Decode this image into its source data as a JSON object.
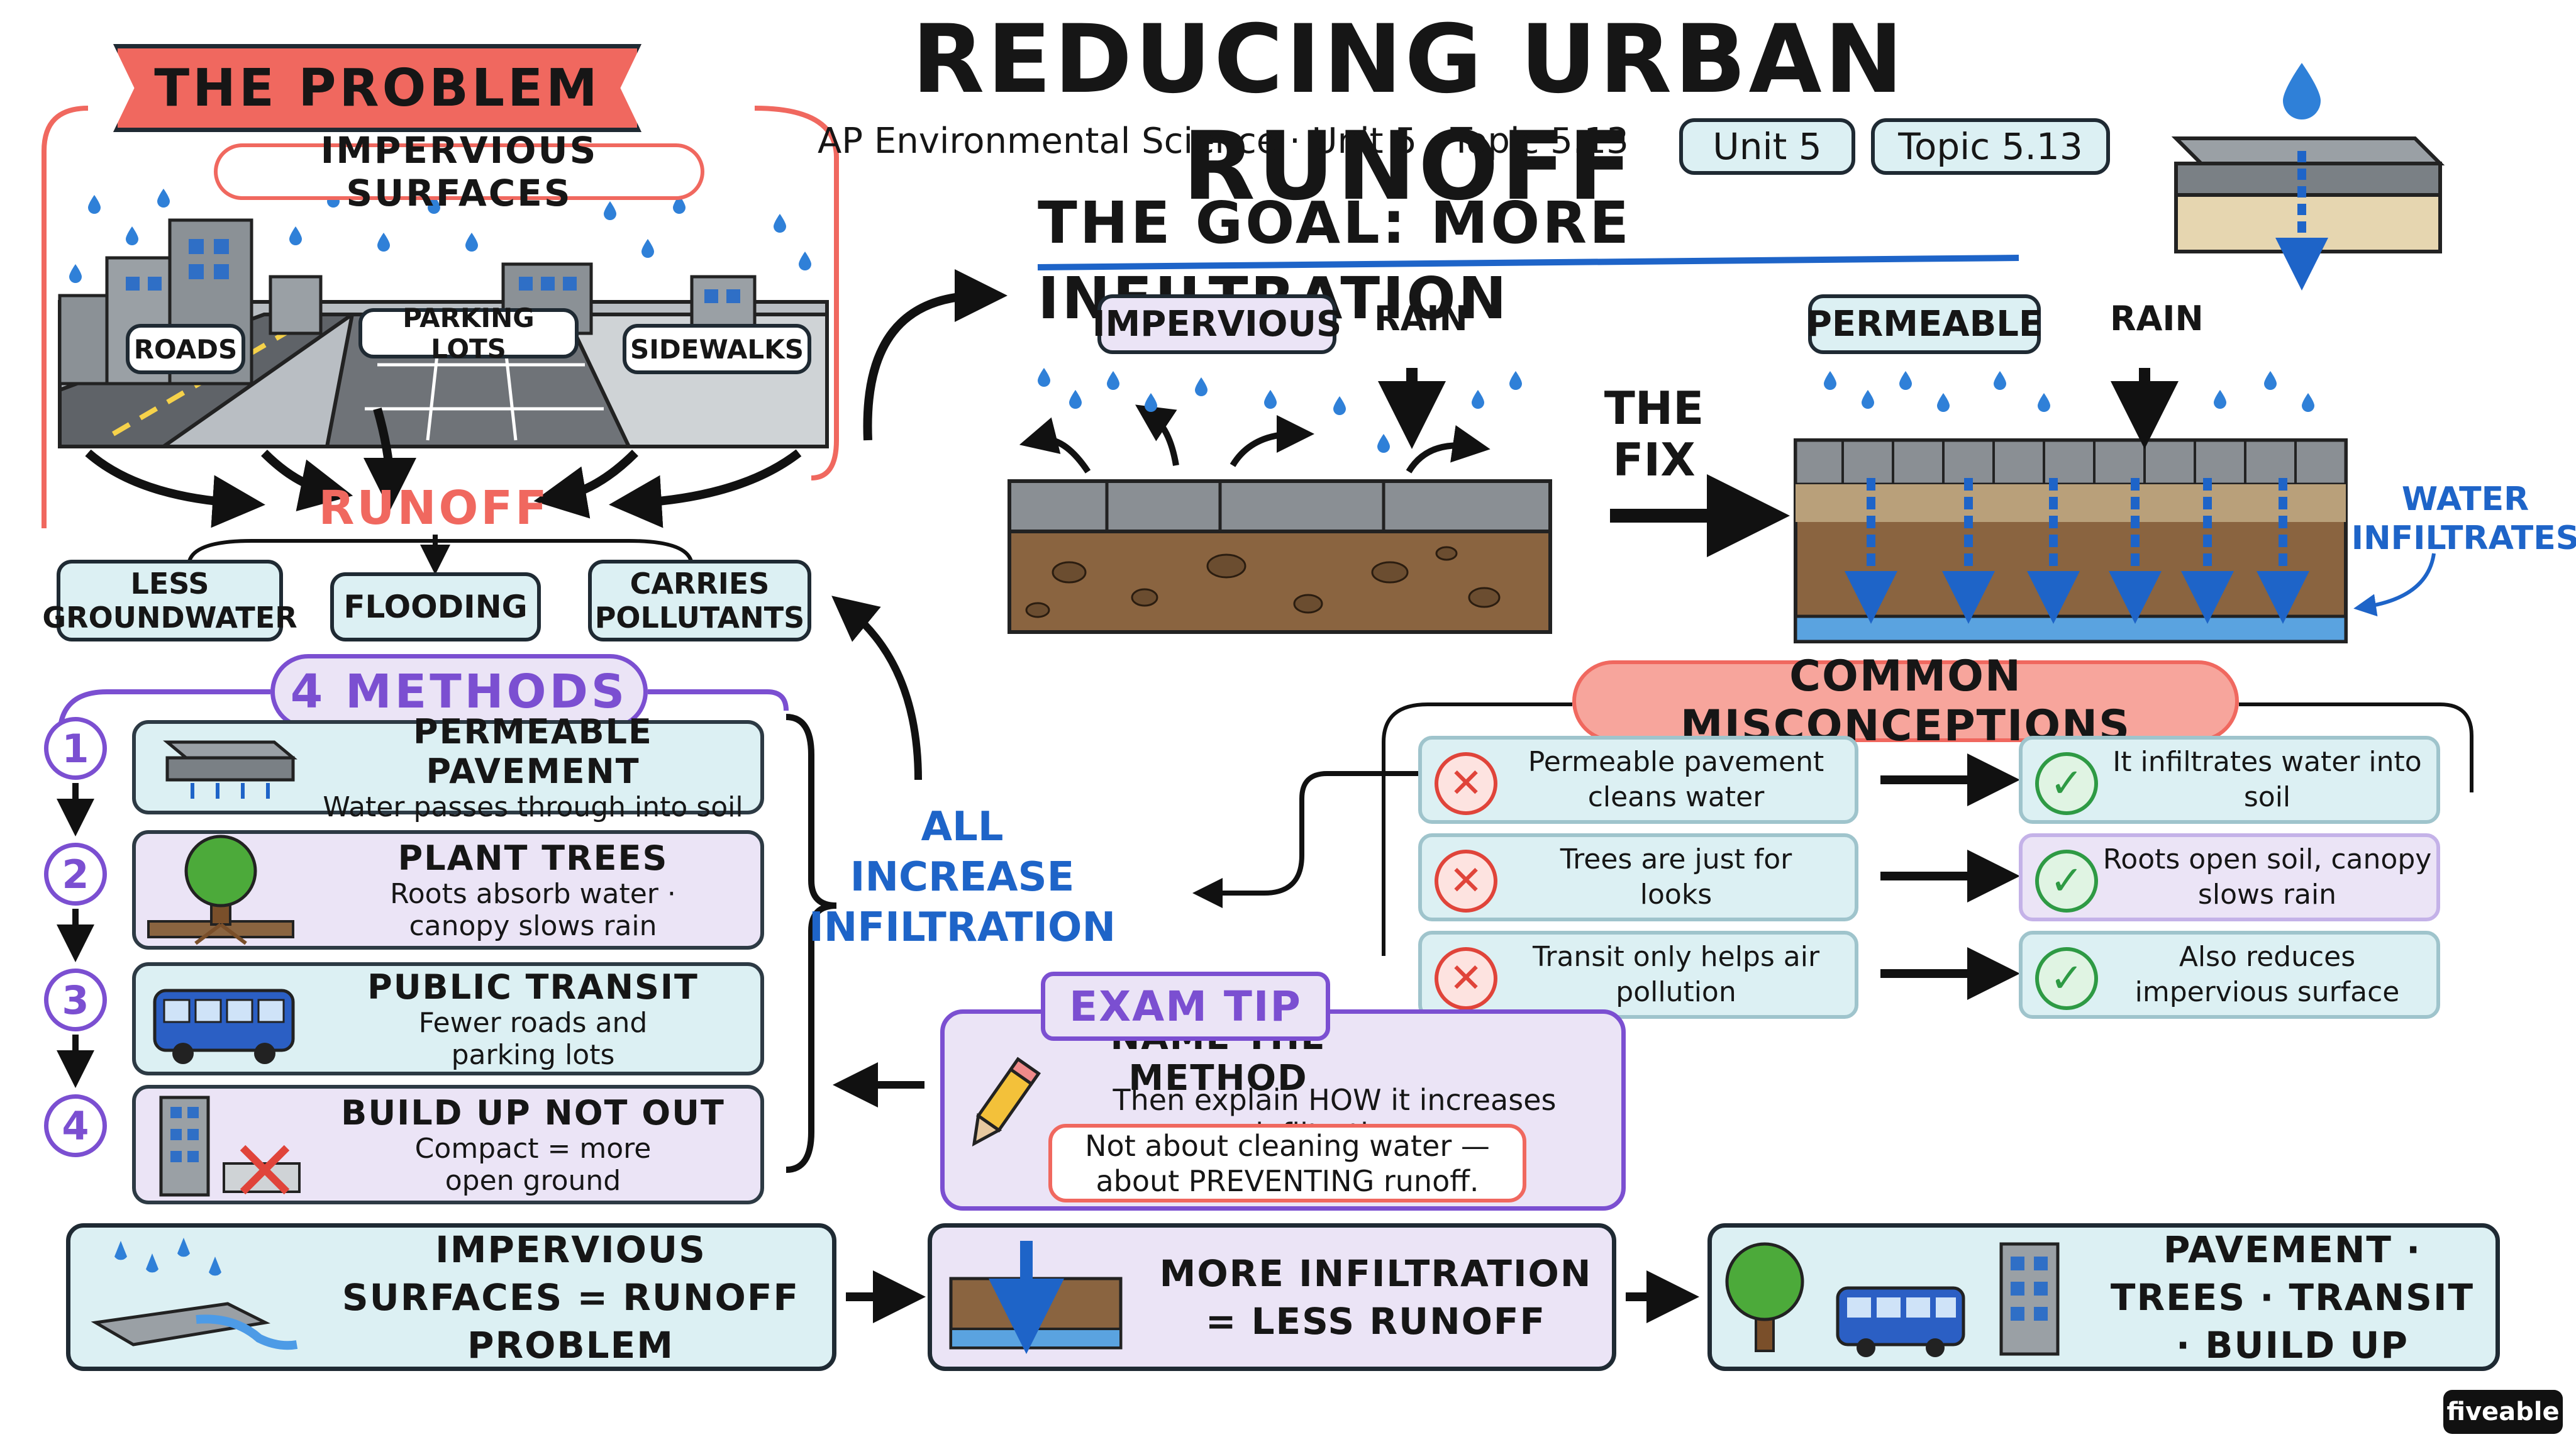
{
  "title": "REDUCING URBAN RUNOFF",
  "subtitle": "AP Environmental Science · Unit 5 · Topic 5.13",
  "badges": {
    "unit": "Unit 5",
    "topic": "Topic 5.13"
  },
  "problem": {
    "heading": "THE PROBLEM",
    "surfaces_label": "IMPERVIOUS SURFACES",
    "labels": {
      "roads": "ROADS",
      "parking": "PARKING LOTS",
      "sidewalks": "SIDEWALKS"
    },
    "runoff": "RUNOFF",
    "effects": {
      "groundwater": "LESS GROUNDWATER",
      "flooding": "FLOODING",
      "pollutants": "CARRIES POLLUTANTS"
    }
  },
  "goal": {
    "heading": "THE GOAL: MORE INFILTRATION",
    "impervious_label": "IMPERVIOUS",
    "permeable_label": "PERMEABLE",
    "rain": "RAIN",
    "fix": "THE FIX",
    "infiltrates": "WATER INFILTRATES"
  },
  "methods": {
    "heading": "4 METHODS",
    "items": [
      {
        "num": "1",
        "title": "PERMEABLE PAVEMENT",
        "desc": "Water passes through into soil",
        "icon": "permeable-pavement-icon"
      },
      {
        "num": "2",
        "title": "PLANT TREES",
        "desc": "Roots absorb water · canopy slows rain",
        "icon": "tree-icon"
      },
      {
        "num": "3",
        "title": "PUBLIC TRANSIT",
        "desc": "Fewer roads and parking lots",
        "icon": "bus-icon"
      },
      {
        "num": "4",
        "title": "BUILD UP NOT OUT",
        "desc": "Compact = more open ground",
        "icon": "building-icon"
      }
    ],
    "all_increase": "ALL INCREASE INFILTRATION"
  },
  "misconceptions": {
    "heading": "COMMON MISCONCEPTIONS",
    "rows": [
      {
        "wrong": "Permeable pavement cleans water",
        "right": "It infiltrates water into soil"
      },
      {
        "wrong": "Trees are just for looks",
        "right": "Roots open soil, canopy slows rain"
      },
      {
        "wrong": "Transit only helps air pollution",
        "right": "Also reduces impervious surface"
      }
    ]
  },
  "exam_tip": {
    "heading": "EXAM TIP",
    "title": "NAME THE METHOD",
    "line": "Then explain HOW it increases infiltration.",
    "note": "Not about cleaning water — about PREVENTING runoff."
  },
  "summary": [
    "IMPERVIOUS SURFACES = RUNOFF PROBLEM",
    "MORE INFILTRATION = LESS RUNOFF",
    "PAVEMENT · TREES · TRANSIT · BUILD UP"
  ],
  "brand": "fiveable",
  "colors": {
    "red": "#f0685f",
    "purple": "#7b4fd1",
    "blue": "#1e64c8",
    "teal_bg": "#dcf0f3",
    "lav_bg": "#ebe4f6"
  }
}
